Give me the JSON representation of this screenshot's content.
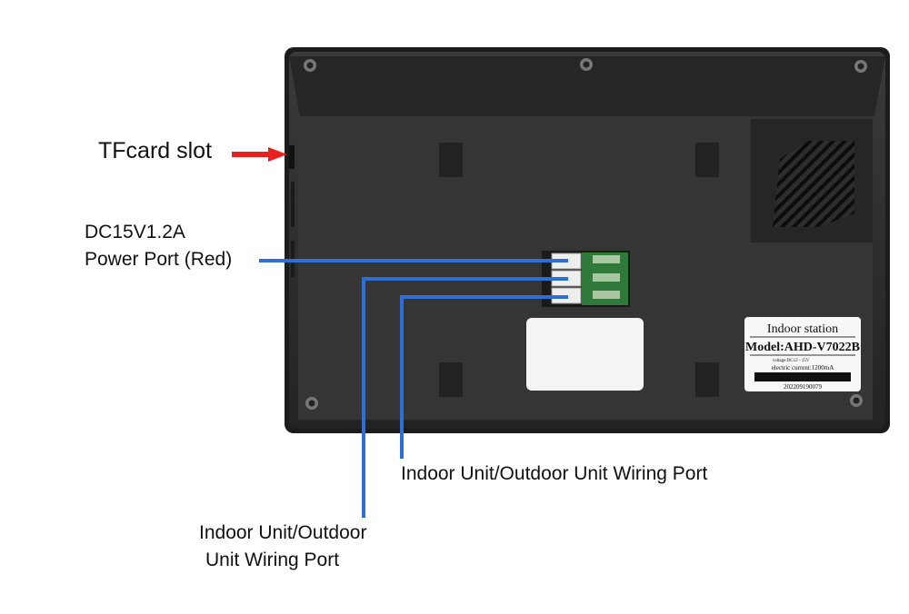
{
  "callouts": {
    "tf_card_slot": "TFcard slot",
    "power_port_line1": "DC15V1.2A",
    "power_port_line2": "Power Port (Red)",
    "wiring_port_a": "Indoor Unit/Outdoor Unit Wiring Port",
    "wiring_port_b_line1": "Indoor Unit/Outdoor",
    "wiring_port_b_line2": "Unit Wiring Port"
  },
  "label_sticker": {
    "heading": "Indoor station",
    "model": "Model:AHD-V7022B",
    "voltage": "voltage:DC12 - 15V",
    "current": "electric current:1200mA",
    "serial": "202209190079"
  },
  "colors": {
    "arrow_red": "#e8201e",
    "leader_blue": "#2e6fd6",
    "device_body": "#2a2a2a",
    "device_panel": "#353535",
    "pcb_green": "#2f7a3a"
  }
}
